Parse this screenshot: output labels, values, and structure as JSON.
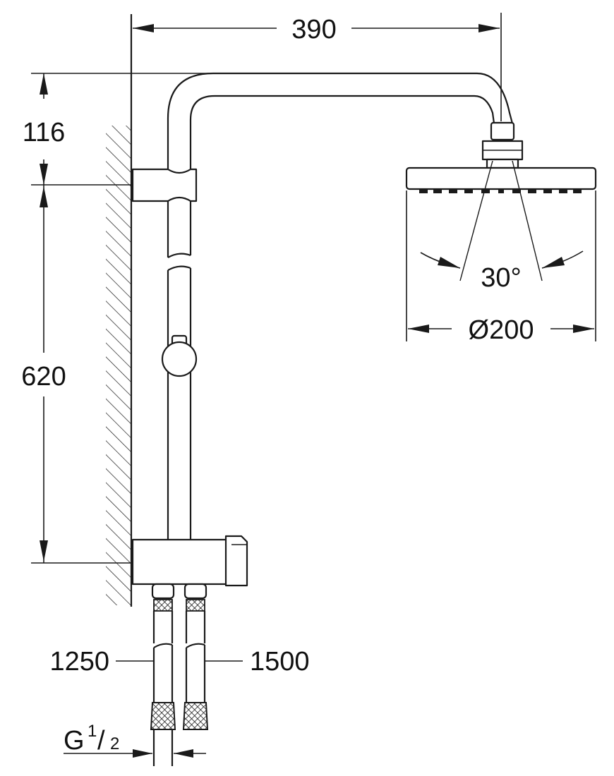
{
  "dimensions": {
    "width": "390",
    "head_height": "116",
    "rail_height": "620",
    "spray_angle": "30°",
    "head_diameter": "Ø200",
    "hose_left": "1250",
    "hose_right": "1500",
    "thread_prefix": "G",
    "thread_numerator": "1",
    "thread_slash": "/",
    "thread_denominator": "2"
  }
}
